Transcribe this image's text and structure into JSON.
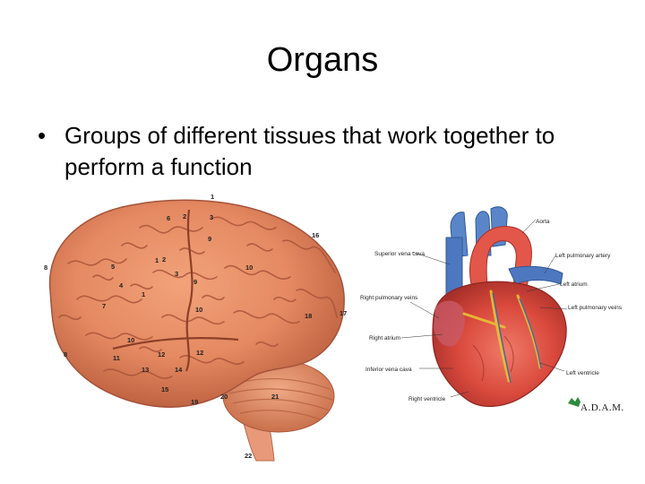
{
  "slide": {
    "title": "Organs",
    "bullet_symbol": "•",
    "bullet_text": "Groups of different tissues that work together to perform a function"
  },
  "brain_figure": {
    "numbers": [
      "1",
      "2",
      "3",
      "4",
      "5",
      "6",
      "7",
      "8",
      "9",
      "10",
      "11",
      "12",
      "13",
      "14",
      "15",
      "16",
      "17",
      "18",
      "19",
      "20",
      "21",
      "22"
    ]
  },
  "heart_figure": {
    "labels": {
      "aorta": "Aorta",
      "superior_vena_cava": "Superior vena cava",
      "left_pulmonary_artery": "Left pulmonary artery",
      "left_atrium": "Left atrium",
      "right_pulmonary_veins": "Right pulmonary veins",
      "left_pulmonary_veins": "Left pulmonary veins",
      "right_atrium": "Right atrium",
      "inferior_vena_cava": "Inferior vena cava",
      "left_ventricle": "Left ventricle",
      "right_ventricle": "Right ventricle"
    },
    "logo_text": "A.D.A.M."
  }
}
